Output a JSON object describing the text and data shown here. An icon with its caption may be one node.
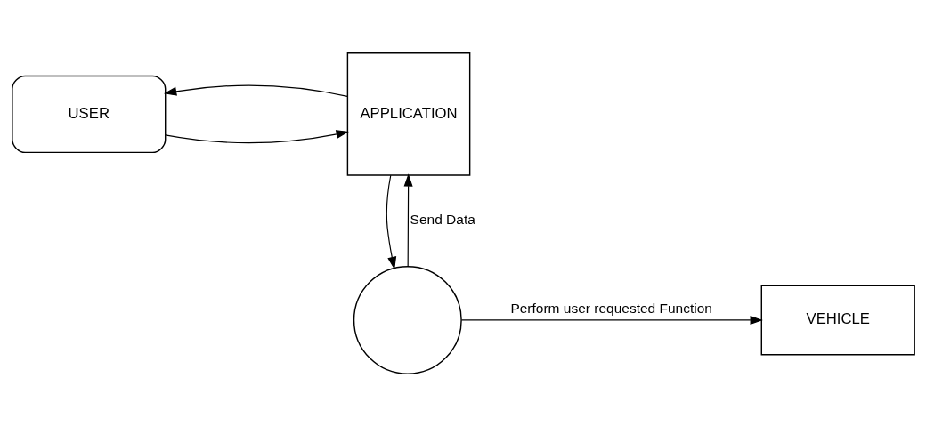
{
  "diagram": {
    "nodes": [
      {
        "text": [
          "USER"
        ]
      },
      {
        "text": [
          "APPLICATION"
        ]
      },
      {
        "text": [],
        "shape": "circle"
      },
      {
        "text": [
          "VEHICLE"
        ]
      }
    ],
    "edges": [
      {
        "from": 0,
        "to": 1,
        "arrow": "to"
      },
      {
        "from": 1,
        "to": 0,
        "arrow": "to"
      },
      {
        "from": 2,
        "to": 1,
        "arrow": "to",
        "label": "Send Data"
      },
      {
        "from": 1,
        "to": 2,
        "arrow": "to"
      },
      {
        "from": 2,
        "to": 3,
        "arrow": "to",
        "label": "Perform user requested Function"
      }
    ]
  }
}
